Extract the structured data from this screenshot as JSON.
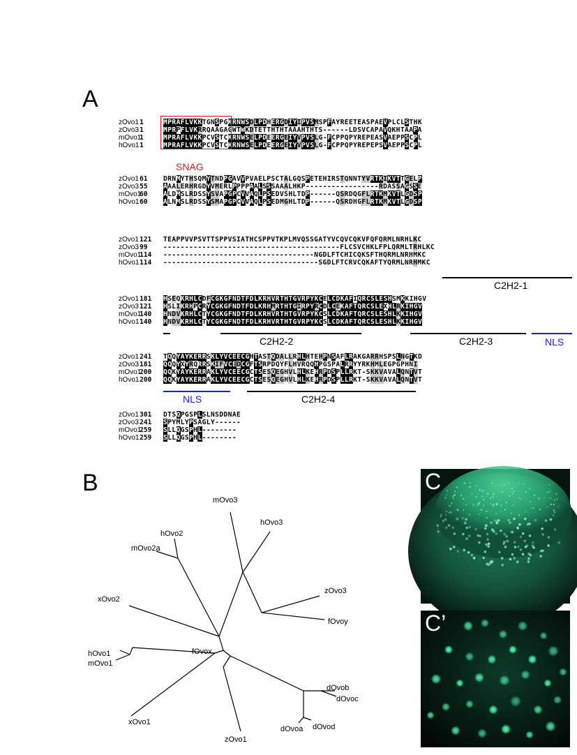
{
  "panel_letters": {
    "a": "A",
    "b": "B",
    "c": "C",
    "c_prime": "C’"
  },
  "alignment": {
    "blocks": [
      {
        "rows": [
          {
            "species": "zOvo1",
            "num": "1",
            "seq": "MPRAFLVKKTGNSPGKRNWSDLPDHERGDIYIPVSMSPFAYREETEASPAEVPLCLSTHK"
          },
          {
            "species": "zOvo3",
            "num": "1",
            "seq": "MPRPFLVKRRQAAGAGWTWKDTETTHTHTAAAHTHTS------LDSVCAPAVQKHTAAPA"
          },
          {
            "species": "mOvo1",
            "num": "1",
            "seq": "MPRAFLVKKPCVSTCKRNWSELPDEERGEIYVPVSLG-FCPPQPYREPEASVAEPPSCPL"
          },
          {
            "species": "hOvo1",
            "num": "1",
            "seq": "MPRAFLVKKPCVSTCKRNWSELPDEERGEIYVPVSLG-FCPPQPYREPEPSVAEPPSCPL"
          }
        ]
      },
      {
        "rows": [
          {
            "species": "zOvo1",
            "num": "61",
            "seq": "DRNMYTHSQMYTNDPGAVVPVAELPSCTALGQSPETEHIRSTQNNTYVRTKIKVTTGELP"
          },
          {
            "species": "zOvo3",
            "num": "55",
            "seq": "AAALERHRGDYVMERLPPPPAALSSSAAALHKP-----------------RDASSAGSSE"
          },
          {
            "species": "mOvo1",
            "num": "60",
            "seq": "ALDMSLRDSSYSVAPGPCVVAQLPSEDVSHLTDP------QSRDQGFLRTKMKVTLGDSP"
          },
          {
            "species": "hOvo1",
            "num": "60",
            "seq": "ALNMSLRDSSYSMAPGPCVVAQLPSEDMGHLTDP------QSRDHGFLRTKMKVTLGDSP"
          }
        ]
      },
      {
        "rows": [
          {
            "species": "zOvo1",
            "num": "121",
            "seq": "TEAPPVVPSVTTSPPVSIATHCSPPVTKPLMVQSSGATYVCQVCQKVFQFQRMLNRHLKC"
          },
          {
            "species": "zOvo3",
            "num": "99",
            "seq": "-----------------------------------------FLCSVCHKLFPLQRMLTRHLKC"
          },
          {
            "species": "mOvo1",
            "num": "114",
            "seq": "-----------------------------------NGDLFTCHICQKSFTHQRMLNRHMKC"
          },
          {
            "species": "hOvo1",
            "num": "114",
            "seq": "------------------------------------SGDLFTCRVCQKAFTYQRMLNRHMKC"
          }
        ]
      },
      {
        "rows": [
          {
            "species": "zOvo1",
            "num": "181",
            "seq": "HSEQKRHLCDFCGKGFNDTFDLKRHVRTHTGVRPYKCELCDKAFIQRCSLESHSMKKIHGV"
          },
          {
            "species": "zOvo3",
            "num": "121",
            "seq": "HSLIKRHPCRYCGKGFNDTFDLKRHMRTHTGIRPYRCDLCEKAFTQRCSLEXHLRKIHGV"
          },
          {
            "species": "mOvo1",
            "num": "140",
            "seq": "HNDVKRHLCTYCGKGFNDTFDLKRHVRTHTGVRPYKCSLCDKAFTQRCSLESHLKKIHGV"
          },
          {
            "species": "hOvo1",
            "num": "140",
            "seq": "HNDVKRHLCTYCGKGFNDTFDLKRHVRTHTGVRPYKCSLCDKAFTQRCSLESHLKKIHGV"
          }
        ]
      },
      {
        "rows": [
          {
            "species": "zOvo1",
            "num": "241",
            "seq": "TQQYAYKERRSKLYVCEECGHTASTQDALLRHLHTEHPNSAFLRAKGARRHSPSLNGTKD"
          },
          {
            "species": "zOvo3",
            "num": "181",
            "seq": "QQQYXYRQRRSKIFVCEDCGFTSRPDQYFLHVRQQHPGSPALRRYYRKHMLEGPGPHNI"
          },
          {
            "species": "mOvo1",
            "num": "200",
            "seq": "QQKYAYKERRAKLYVCEECGCTSESQEGHVLHLKEHRPDSPLLRKT-SKKVAVALQNTVT"
          },
          {
            "species": "hOvo1",
            "num": "200",
            "seq": "QQKYAYKERRAKLYVCEECGCTSESQEGHVLHLKEHRPDSPLLRKT-SKKVAVALQNTVT"
          }
        ]
      },
      {
        "rows": [
          {
            "species": "zOvo1",
            "num": "301",
            "seq": "DTSQPGSPLSLNSDDNAE"
          },
          {
            "species": "zOvo3",
            "num": "241",
            "seq": "SPYMLYPSAGLY------"
          },
          {
            "species": "mOvo1",
            "num": "259",
            "seq": "SLLQGSPHL--------"
          },
          {
            "species": "hOvo1",
            "num": "259",
            "seq": "SLLQGSPHL--------"
          }
        ]
      }
    ],
    "annotations": {
      "snag": "SNAG",
      "c2h2_1": "C2H2-1",
      "c2h2_2": "C2H2-2",
      "c2h2_3": "C2H2-3",
      "c2h2_4": "C2H2-4",
      "nls_1": "NLS",
      "nls_2": "NLS"
    },
    "colors": {
      "identical": "#000000",
      "similar": "#c8c8c8",
      "snag": "#e01a1a",
      "nls": "#1a1aff"
    }
  },
  "tree": {
    "leaves": [
      "mOvo3",
      "hOvo3",
      "hOvo2",
      "mOvo2a",
      "zOvo3",
      "xOvo2",
      "fOvoy",
      "hOvo1",
      "mOvo1",
      "fOvox",
      "dOvob",
      "dOvoc",
      "xOvo1",
      "zOvo1",
      "dOvoa",
      "dOvod"
    ]
  },
  "images": {
    "fluor_color": "#2fd18a"
  }
}
